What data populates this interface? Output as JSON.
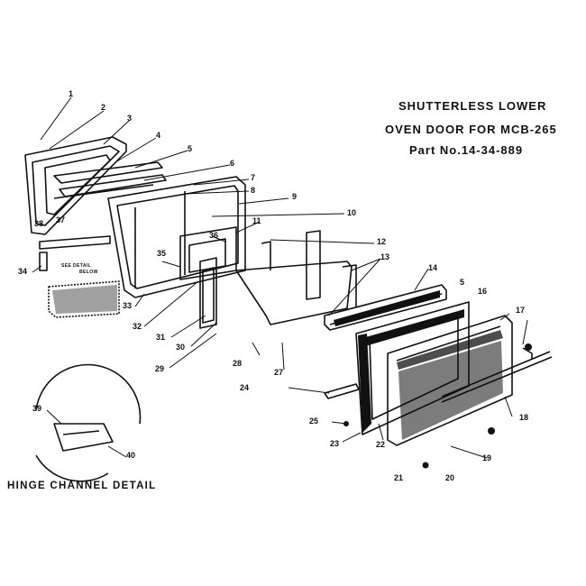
{
  "title": {
    "line1": "SHUTTERLESS  LOWER",
    "line2": "OVEN DOOR FOR MCB-265",
    "line3": "Part No.14-34-889"
  },
  "detail_caption": "HINGE CHANNEL DETAIL",
  "note": {
    "line1": "SEE DETAIL",
    "line2": "BELOW"
  },
  "callouts": [
    "1",
    "2",
    "3",
    "4",
    "5",
    "6",
    "7",
    "8",
    "9",
    "10",
    "11",
    "12",
    "13",
    "14",
    "5",
    "16",
    "17",
    "18",
    "19",
    "20",
    "21",
    "22",
    "23",
    "25",
    "24",
    "27",
    "28",
    "29",
    "30",
    "31",
    "32",
    "33",
    "34",
    "35",
    "36",
    "37",
    "38",
    "39",
    "40"
  ],
  "colors": {
    "ink": "#111111",
    "paper": "#ffffff"
  }
}
